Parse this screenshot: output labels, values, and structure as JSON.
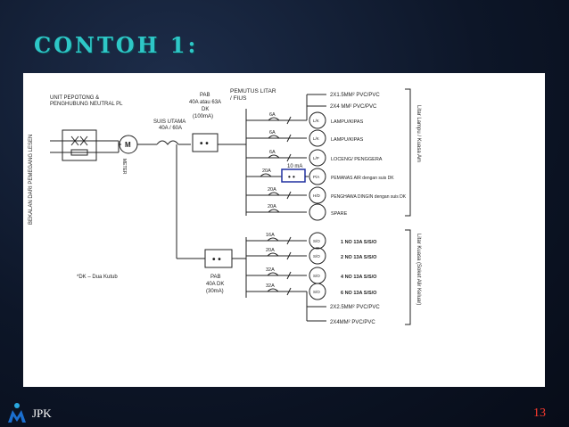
{
  "slide": {
    "title": "CONTOH 1:",
    "footer_left": "JPK",
    "page_number": "13"
  },
  "diagram": {
    "left_vertical": "BEKALAN DARI PEMEGANG LESEN",
    "unit_label_1": "UNIT PEPOTONG &",
    "unit_label_2": "PENGHUBUNG NEUTRAL PL",
    "meter_symbol": "M",
    "meter_label": "METER",
    "main_switch_1": "SUIS UTAMA",
    "main_switch_2": "40A / 60A",
    "pab_top_1": "PAB",
    "pab_top_2": "40A atau 63A",
    "pab_top_3": "DK",
    "pab_top_4": "(100mA)",
    "pemutus_1": "PEMUTUS LITAR",
    "pemutus_2": "/ FIUS",
    "dk_note": "*DK – Dua Kutub",
    "pab_bottom_1": "PAB",
    "pab_bottom_2": "40A DK",
    "pab_bottom_3": "(30mA)",
    "rccb_small": "10 mA",
    "upper_fuses": [
      "6A",
      "6A",
      "6A",
      "20A",
      "20A",
      "20A"
    ],
    "upper_loads": [
      {
        "symbol": "L/K",
        "label": "LAMPU/KIPAS"
      },
      {
        "symbol": "L/K",
        "label": "LAMPU/KIPAS"
      },
      {
        "symbol": "L/P",
        "label": "LOCENG/ PENGGERA"
      },
      {
        "symbol": "P/A",
        "label": "PEMANAS AIR  dengan suis DK"
      },
      {
        "symbol": "H/D",
        "label": "PENGHAWA DINGIN dengan suis DK"
      },
      {
        "symbol": "",
        "label": "SPARE"
      }
    ],
    "upper_cable_1": "2X1.5MM² PVC/PVC",
    "upper_cable_2": "2X4 MM² PVC/PVC",
    "upper_group": "Litar Lampu / Kuasa Am",
    "lower_fuses": [
      "16A",
      "20A",
      "32A",
      "32A"
    ],
    "lower_loads": [
      {
        "symbol": "S/O",
        "label": "1 NO 13A S/S/O"
      },
      {
        "symbol": "S/O",
        "label": "2 NO 13A S/S/O"
      },
      {
        "symbol": "S/O",
        "label": "4 NO 13A S/S/O"
      },
      {
        "symbol": "S/O",
        "label": "6 NO 13A S/S/O"
      }
    ],
    "lower_cable_1": "2X2.5MM² PVC/PVC",
    "lower_cable_2": "2X4MM² PVC/PVC",
    "lower_group": "Litar Kuasa (Soket Alir Keluar)"
  }
}
